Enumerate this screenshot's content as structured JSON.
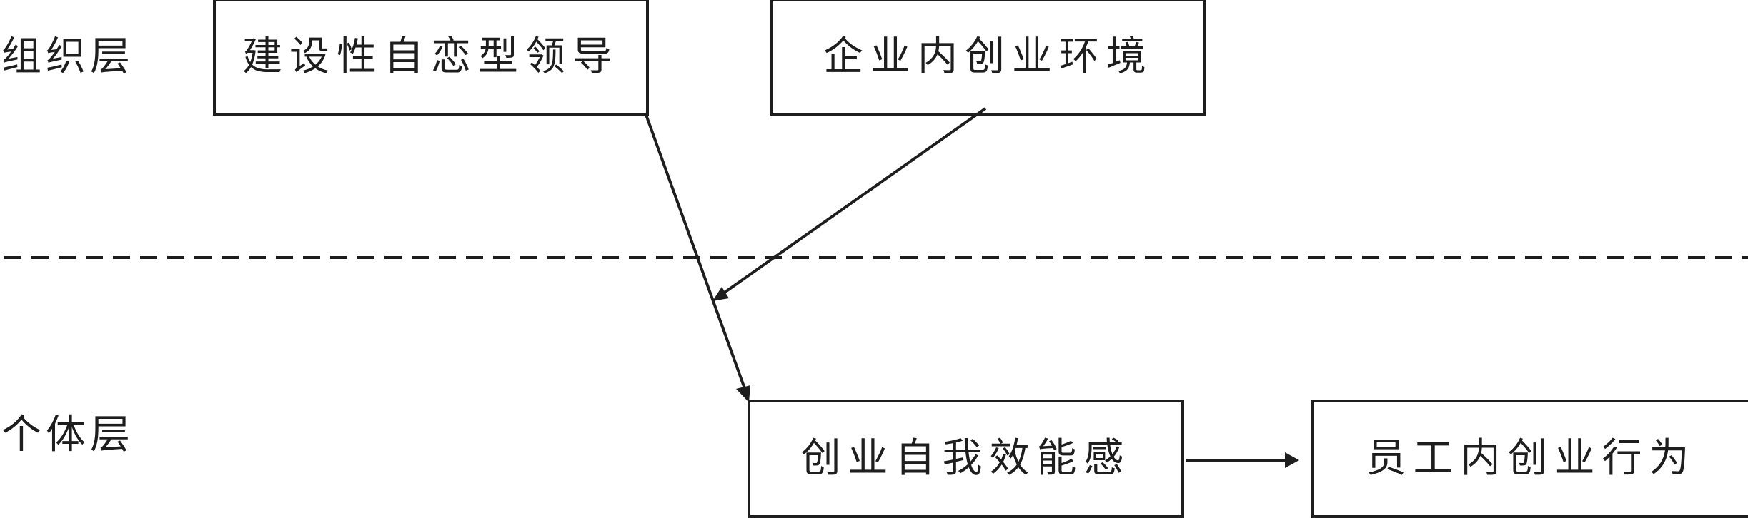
{
  "diagram": {
    "layers": {
      "organization": "组织层",
      "individual": "个体层"
    },
    "nodes": {
      "constructive_narcissistic_leadership": "建设性自恋型领导",
      "internal_entrepreneurship_environment": "企业内创业环境",
      "entrepreneurial_self_efficacy": "创业自我效能感",
      "employee_intrapreneurial_behavior": "员工内创业行为"
    },
    "edges": [
      {
        "from": "constructive_narcissistic_leadership",
        "to": "entrepreneurial_self_efficacy",
        "type": "direct"
      },
      {
        "from": "internal_entrepreneurship_environment",
        "to": "path:constructive_narcissistic_leadership->entrepreneurial_self_efficacy",
        "type": "moderation"
      },
      {
        "from": "entrepreneurial_self_efficacy",
        "to": "employee_intrapreneurial_behavior",
        "type": "direct"
      }
    ],
    "separator": "dashed",
    "colors": {
      "stroke": "#1e1e1e",
      "background": "#ffffff"
    }
  }
}
